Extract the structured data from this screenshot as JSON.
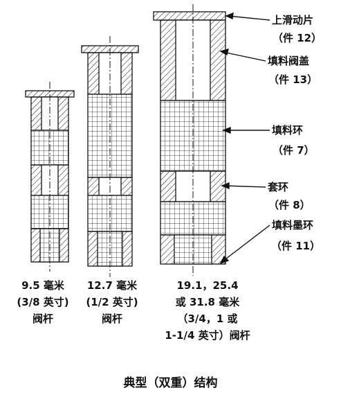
{
  "callouts": [
    {
      "name": "upper-slide",
      "title": "上滑动片",
      "part": "（件 12）"
    },
    {
      "name": "packing-box",
      "title": "填料阀盖",
      "part": "（件 13）"
    },
    {
      "name": "packing-ring",
      "title": "填料环",
      "part": "（件 7）"
    },
    {
      "name": "sleeve-ring",
      "title": "套环",
      "part": "（件 8）"
    },
    {
      "name": "packing-follower",
      "title": "填料墨环",
      "part": "（件 11）"
    }
  ],
  "captions": [
    [
      "9.5 毫米",
      "(3/8 英寸)",
      "阀杆"
    ],
    [
      "12.7 毫米",
      "(1/2 英寸)",
      "阀杆"
    ],
    [
      "19.1，25.4",
      "或 31.8 毫米",
      "（3/4，1 或",
      "1-1/4 英寸）阀杆"
    ]
  ],
  "title": "典型（双重）结构"
}
